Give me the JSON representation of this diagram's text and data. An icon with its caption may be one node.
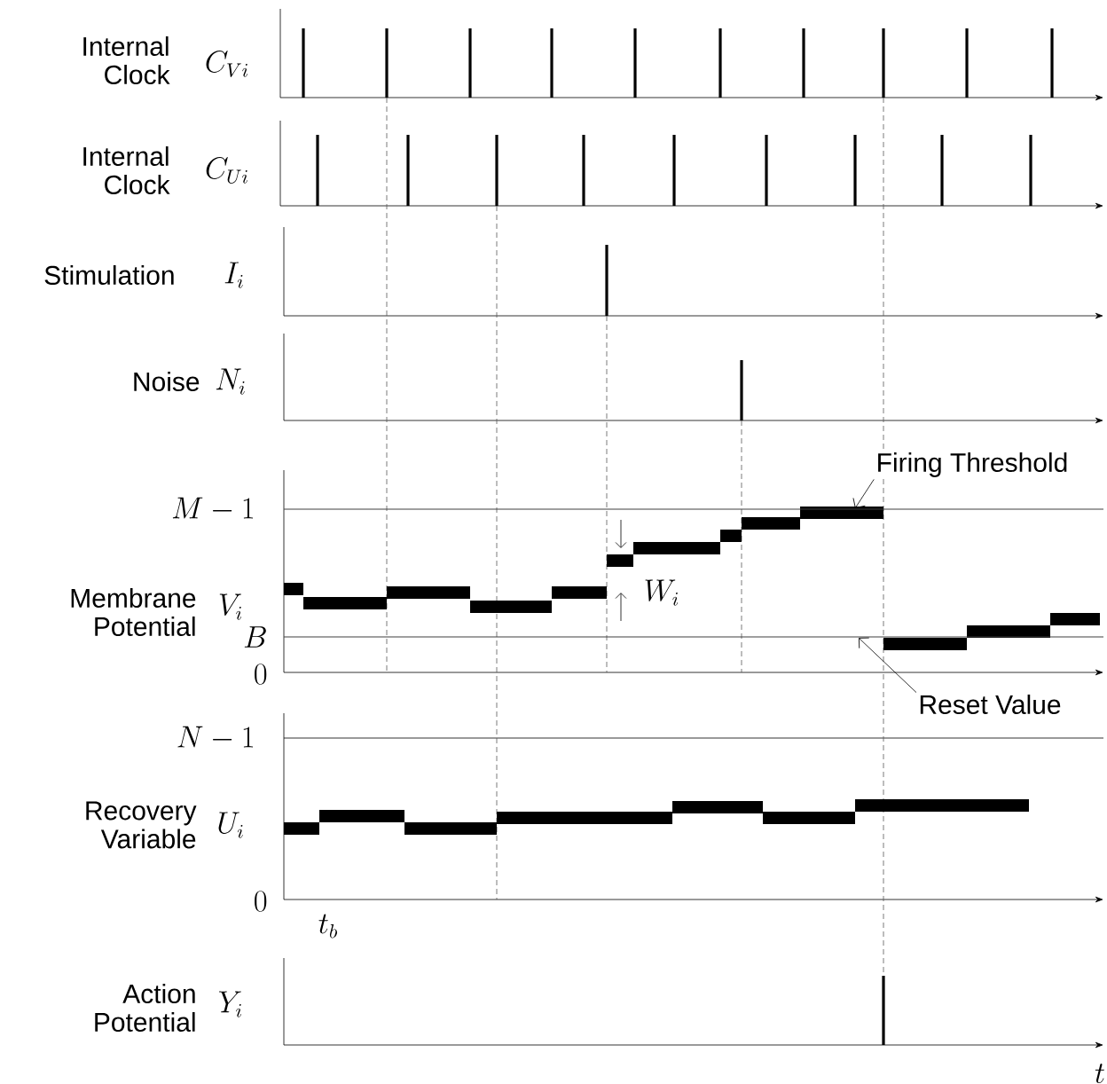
{
  "diagram": {
    "nodes": [
      {
        "text": [
          "Firing Threshold"
        ]
      },
      {
        "text": [
          "Reset Value"
        ]
      },
      {
        "text": [],
        "shape": "line"
      },
      {
        "text": [],
        "shape": "line"
      }
    ],
    "edges": [
      {
        "from": 0,
        "to": 2,
        "arrow": "to"
      },
      {
        "from": 1,
        "to": 3,
        "arrow": "to"
      }
    ],
    "labels": [
      "Internal Clock",
      "C_{Vi}",
      "Internal Clock",
      "C_{Ui}",
      "Stimulation",
      "I_i",
      "Noise",
      "N_i",
      "M-1",
      "Membrane Potential",
      "V_i",
      "W_i",
      "B",
      "0",
      "N-1",
      "Recovery Variable",
      "U_i",
      "0",
      "t_b",
      "Action Potential",
      "Y_i",
      "t"
    ]
  }
}
